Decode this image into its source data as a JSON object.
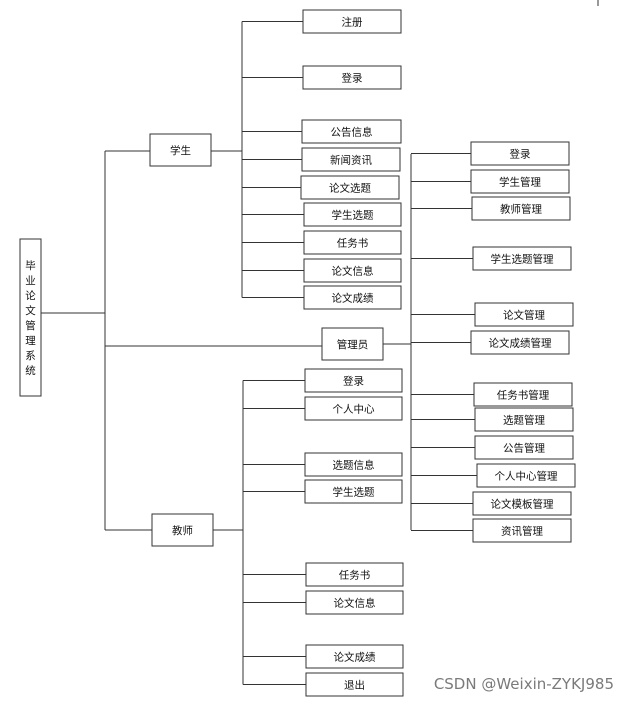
{
  "root": {
    "label": "毕业论文管理系统"
  },
  "student": {
    "label": "学生",
    "items": [
      "注册",
      "登录",
      "公告信息",
      "新闻资讯",
      "论文选题",
      "学生选题",
      "任务书",
      "论文信息",
      "论文成绩"
    ]
  },
  "admin": {
    "label": "管理员",
    "items": [
      "登录",
      "学生管理",
      "教师管理",
      "学生选题管理",
      "论文管理",
      "论文成绩管理",
      "任务书管理",
      "选题管理",
      "公告管理",
      "个人中心管理",
      "论文模板管理",
      "资讯管理"
    ]
  },
  "teacher": {
    "label": "教师",
    "items": [
      "登录",
      "个人中心",
      "选题信息",
      "学生选题",
      "任务书",
      "论文信息",
      "论文成绩",
      "退出"
    ]
  },
  "watermark": {
    "text": "CSDN @Weixin-ZYKJ985"
  }
}
